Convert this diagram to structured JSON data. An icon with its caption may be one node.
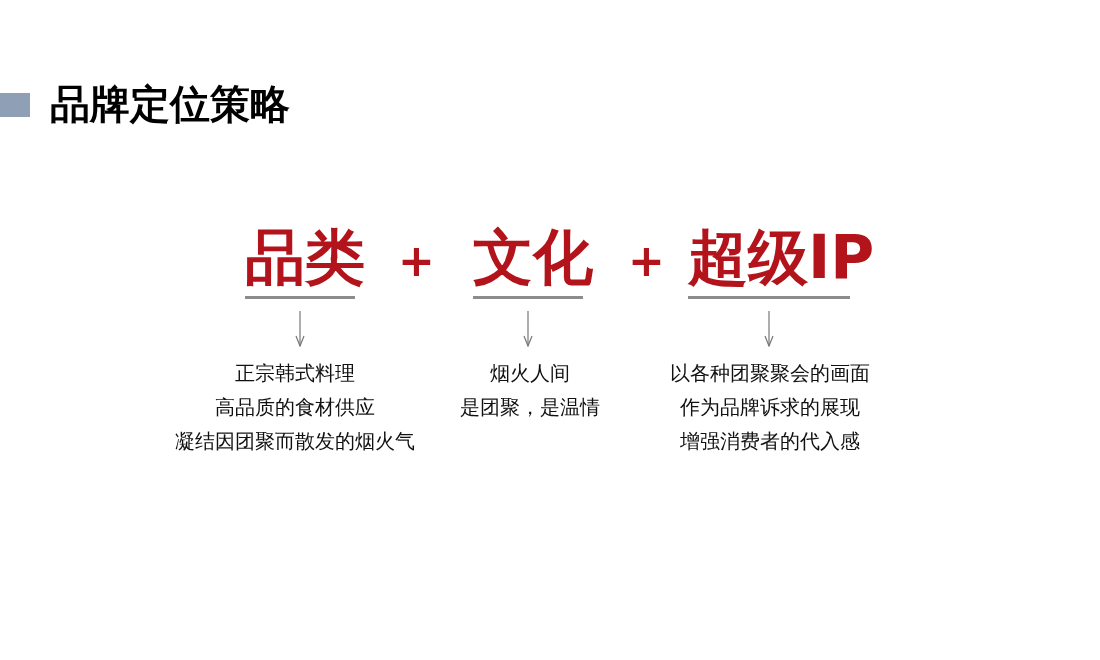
{
  "diagram": {
    "title": "品牌定位策略",
    "nodes": [
      {
        "text": [
          "品类"
        ]
      },
      {
        "text": [
          "文化"
        ]
      },
      {
        "text": [
          "超级IP"
        ]
      },
      {
        "text": [
          "正宗韩式料理",
          "高品质的食材供应",
          "凝结因团聚而散发的烟火气"
        ]
      },
      {
        "text": [
          "烟火人间",
          "是团聚，是温情"
        ]
      },
      {
        "text": [
          "以各种团聚聚会的画面",
          "作为品牌诉求的展现",
          "增强消费者的代入感"
        ]
      }
    ],
    "edges": [
      {
        "from": 0,
        "to": 3,
        "arrow": "to"
      },
      {
        "from": 1,
        "to": 4,
        "arrow": "to"
      },
      {
        "from": 2,
        "to": 5,
        "arrow": "to"
      }
    ],
    "labels": [
      "+",
      "+"
    ]
  }
}
